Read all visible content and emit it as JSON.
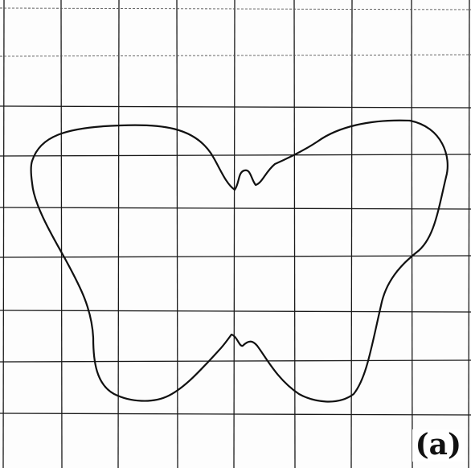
{
  "figure": {
    "panel_label": "(a)",
    "shape": "butterfly-outline",
    "background": "grid-paper",
    "colors": {
      "ink": "#111111",
      "paper": "#fdfdfd"
    }
  }
}
